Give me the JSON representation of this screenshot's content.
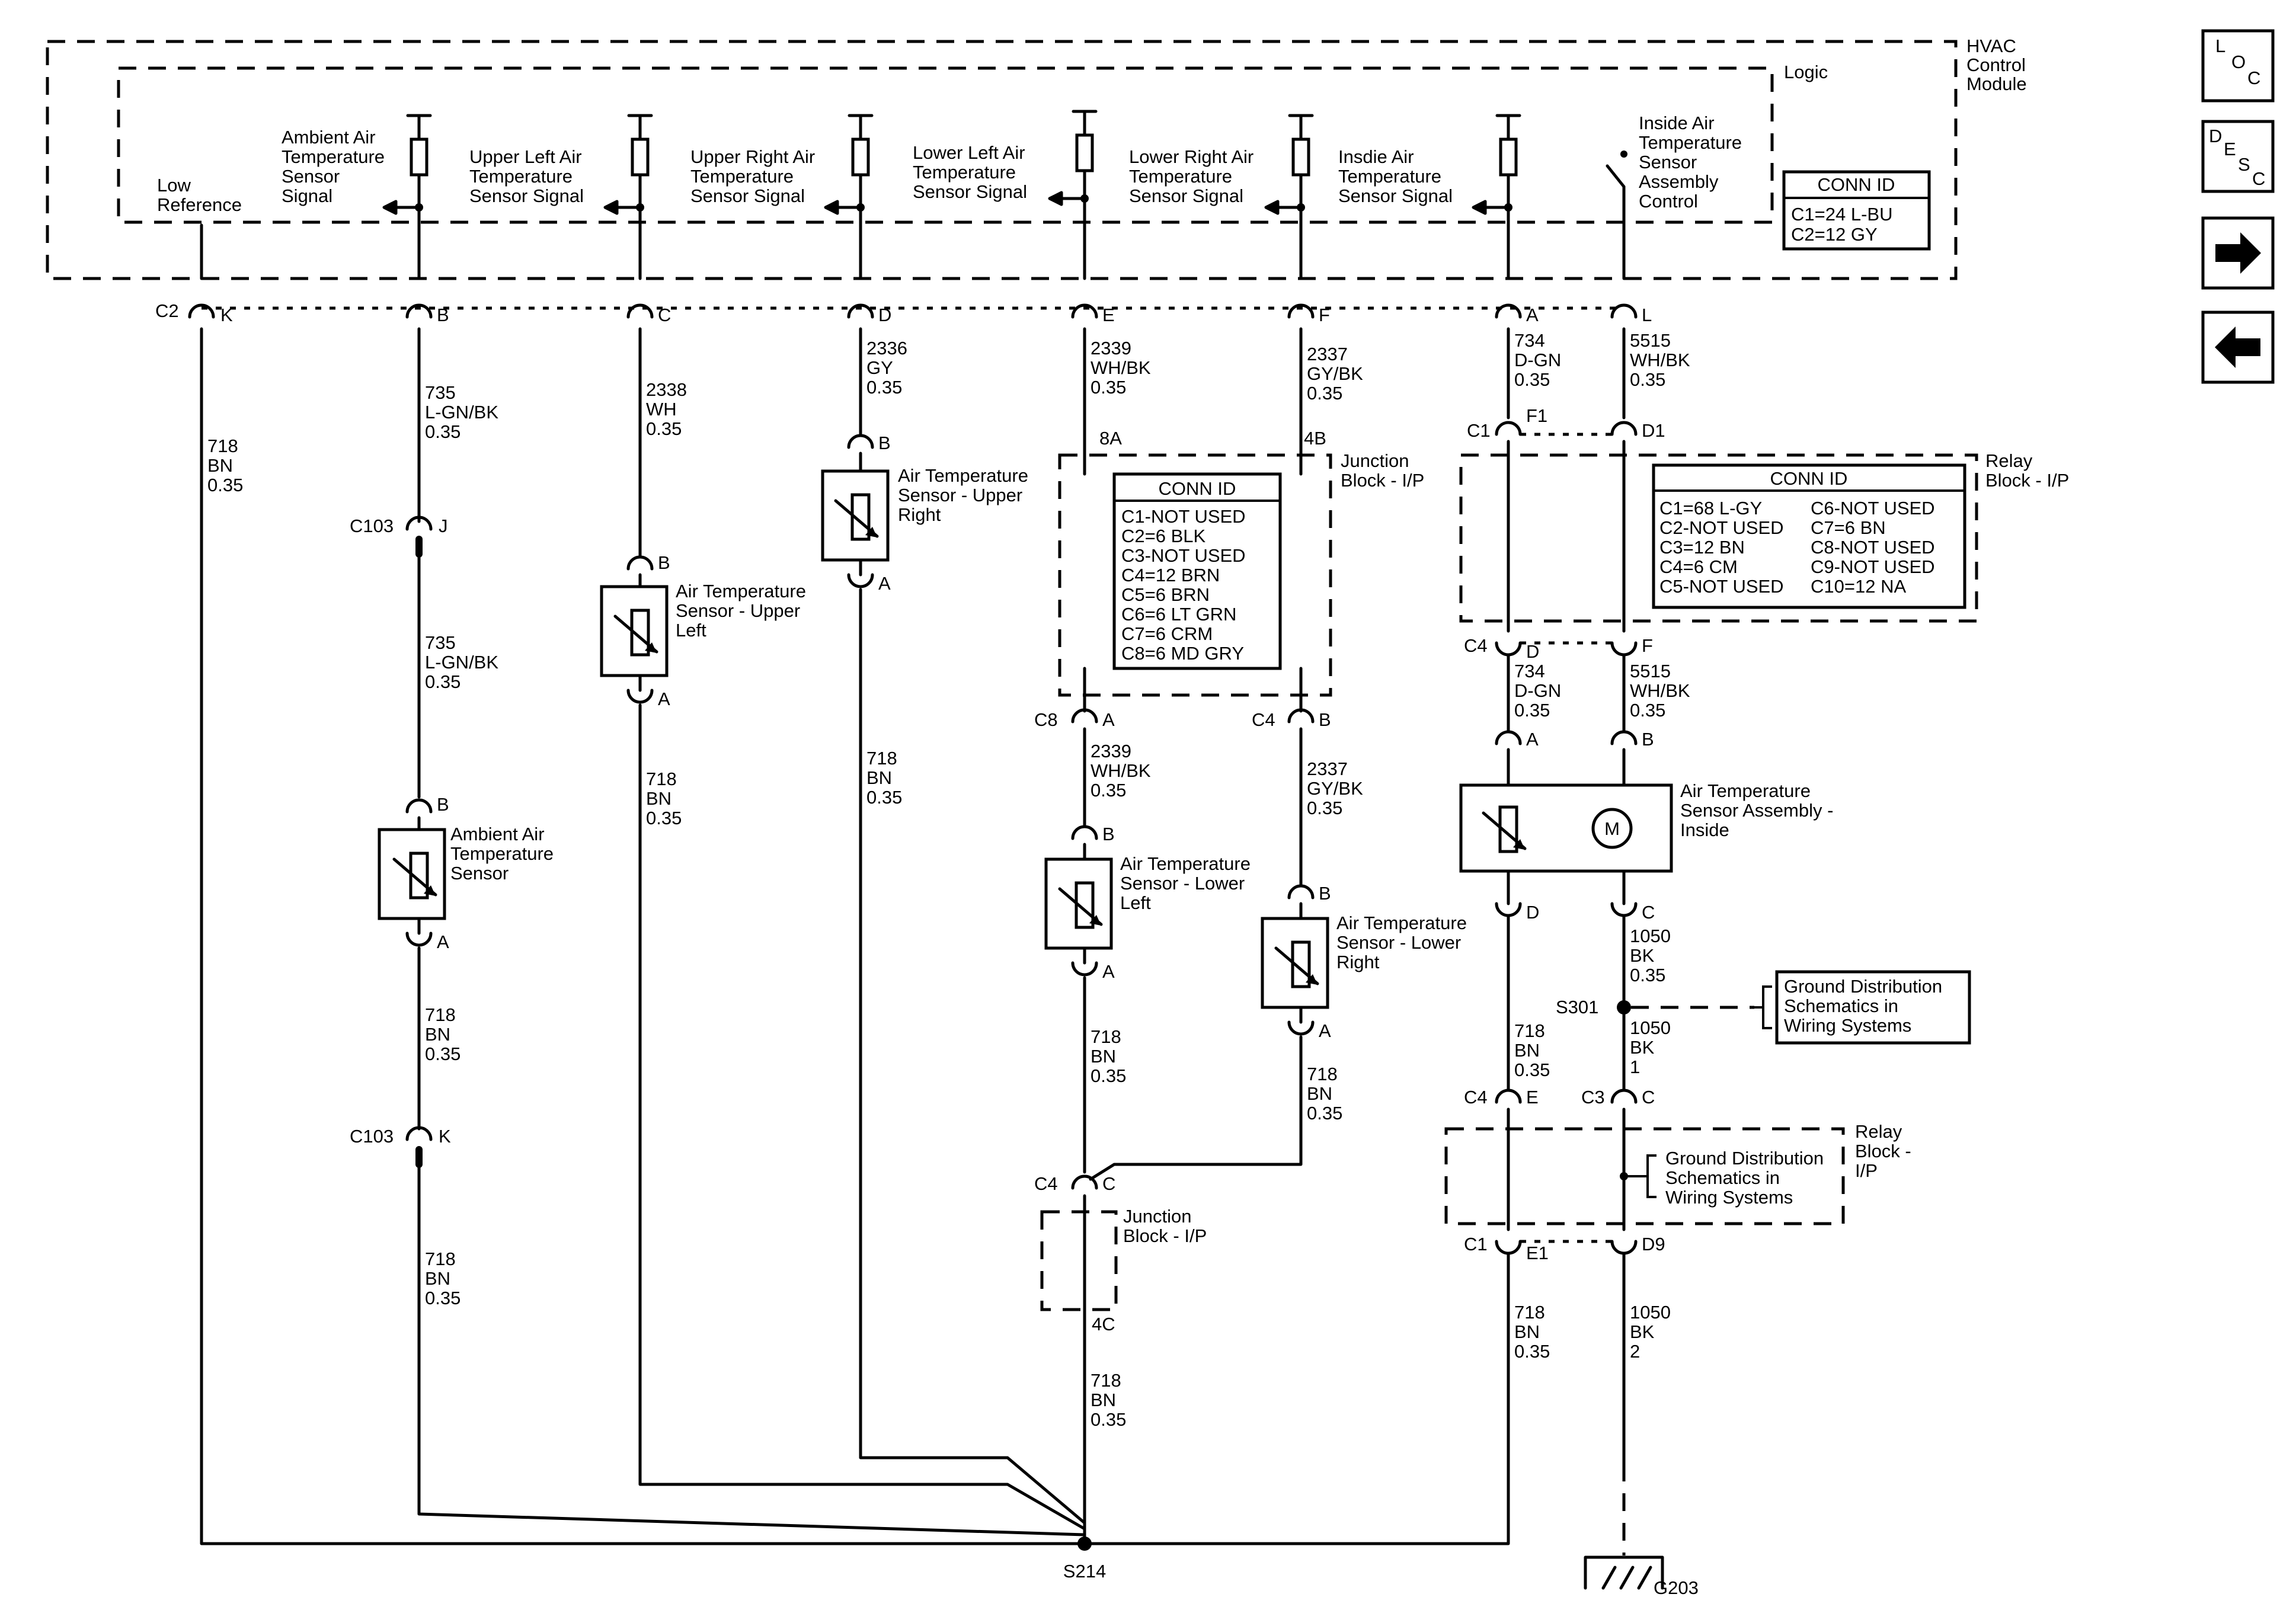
{
  "module": {
    "title": [
      "HVAC",
      "Control",
      "Module"
    ],
    "logic_label": "Logic",
    "conn_id": {
      "header": "CONN ID",
      "rows": [
        "C1=24 L-BU",
        "C2=12 GY"
      ]
    },
    "signals": {
      "low_ref": [
        "Low",
        "Reference"
      ],
      "ambient": [
        "Ambient Air",
        "Temperature",
        "Sensor",
        "Signal"
      ],
      "upper_left": [
        "Upper Left Air",
        "Temperature",
        "Sensor Signal"
      ],
      "upper_right": [
        "Upper Right Air",
        "Temperature",
        "Sensor Signal"
      ],
      "lower_left": [
        "Lower Left Air",
        "Temperature",
        "Sensor Signal"
      ],
      "lower_right": [
        "Lower Right Air",
        "Temperature",
        "Sensor Signal"
      ],
      "inside": [
        "Insdie Air",
        "Temperature",
        "Sensor Signal"
      ],
      "inside_ctrl": [
        "Inside Air",
        "Temperature",
        "Sensor",
        "Assembly",
        "Control"
      ]
    },
    "connector": "C2",
    "pins": [
      "K",
      "B",
      "C",
      "D",
      "E",
      "F",
      "A",
      "L"
    ]
  },
  "wires": {
    "k": [
      "718",
      "BN",
      "0.35"
    ],
    "b": [
      "735",
      "L-GN/BK",
      "0.35"
    ],
    "c": [
      "2338",
      "WH",
      "0.35"
    ],
    "d": [
      "2336",
      "GY",
      "0.35"
    ],
    "e": [
      "2339",
      "WH/BK",
      "0.35"
    ],
    "f": [
      "2337",
      "GY/BK",
      "0.35"
    ],
    "a": [
      "734",
      "D-GN",
      "0.35"
    ],
    "l": [
      "5515",
      "WH/BK",
      "0.35"
    ],
    "gnd1": [
      "1050",
      "BK",
      "0.35"
    ],
    "gnd2": [
      "1050",
      "BK",
      "1"
    ],
    "gnd3": [
      "1050",
      "BK",
      "2"
    ]
  },
  "connectors": {
    "c103": "C103",
    "c1": "C1",
    "c3": "C3",
    "c4": "C4",
    "c8": "C8",
    "pin_j": "J",
    "pin_k": "K",
    "pin_a": "A",
    "pin_b": "B",
    "pin_c": "C",
    "pin_d": "D",
    "pin_e": "E",
    "pin_f": "F",
    "pin_f1": "F1",
    "pin_d1": "D1",
    "pin_e1": "E1",
    "pin_d9": "D9",
    "pin_8a": "8A",
    "pin_4b": "4B",
    "pin_4c": "4C"
  },
  "sensors": {
    "ambient": [
      "Ambient Air",
      "Temperature",
      "Sensor"
    ],
    "upper_left": [
      "Air Temperature",
      "Sensor - Upper",
      "Left"
    ],
    "upper_right": [
      "Air Temperature",
      "Sensor - Upper",
      "Right"
    ],
    "lower_left": [
      "Air Temperature",
      "Sensor - Lower",
      "Left"
    ],
    "lower_right": [
      "Air Temperature",
      "Sensor - Lower",
      "Right"
    ],
    "inside_assembly": [
      "Air Temperature",
      "Sensor Assembly -",
      "Inside"
    ],
    "motor_symbol": "M"
  },
  "junction_block": {
    "label": [
      "Junction",
      "Block - I/P"
    ],
    "conn_id": {
      "header": "CONN ID",
      "rows": [
        "C1-NOT USED",
        "C2=6 BLK",
        "C3-NOT USED",
        "C4=12 BRN",
        "C5=6 BRN",
        "C6=6 LT GRN",
        "C7=6 CRM",
        "C8=6 MD GRY"
      ]
    }
  },
  "junction_block_lower": {
    "label": [
      "Junction",
      "Block - I/P"
    ]
  },
  "relay_block": {
    "label": [
      "Relay",
      "Block - I/P"
    ],
    "conn_id": {
      "header": "CONN ID",
      "left": [
        "C1=68 L-GY",
        "C2-NOT USED",
        "C3=12 BN",
        "C4=6 CM",
        "C5-NOT USED"
      ],
      "right": [
        "C6-NOT USED",
        "C7=6 BN",
        "C8-NOT USED",
        "C9-NOT USED",
        "C10=12 NA"
      ]
    }
  },
  "relay_block_lower": {
    "label": [
      "Relay",
      "Block -",
      "I/P"
    ],
    "ground_ref": [
      "Ground Distribution",
      "Schematics in",
      "Wiring Systems"
    ]
  },
  "ground_ref": [
    "Ground Distribution",
    "Schematics in",
    "Wiring Systems"
  ],
  "splices": {
    "s214": "S214",
    "s301": "S301"
  },
  "ground": "G203",
  "nav": {
    "loc": [
      "L",
      "O",
      "C"
    ],
    "desc": [
      "D",
      "E",
      "S",
      "C"
    ],
    "forward": "forward-arrow",
    "back": "back-arrow"
  }
}
